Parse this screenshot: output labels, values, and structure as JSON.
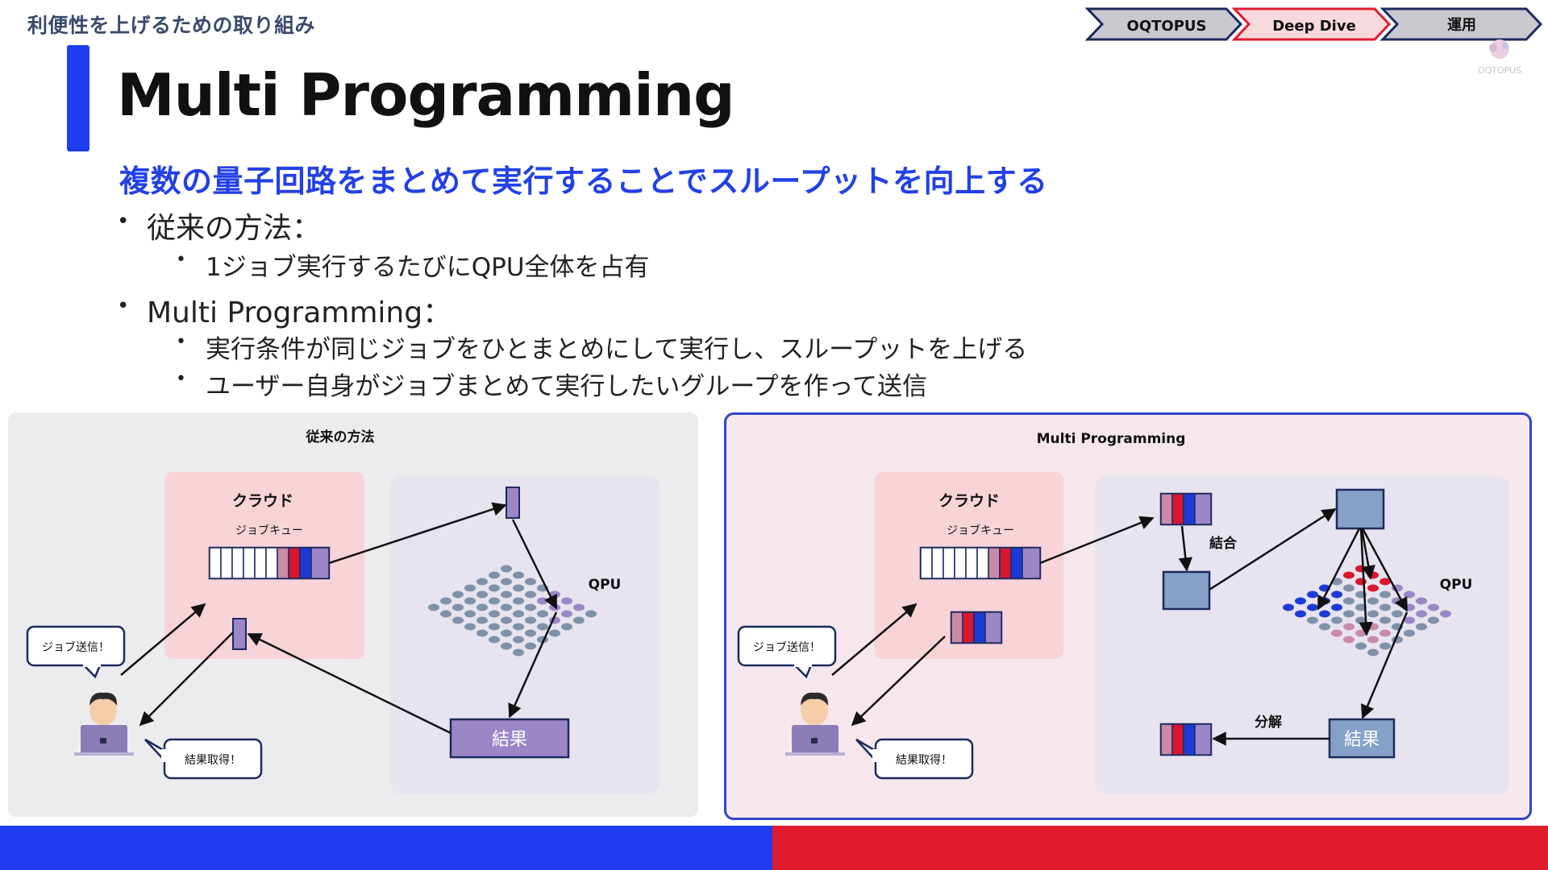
{
  "header": {
    "section_label": "利便性を上げるための取り組み",
    "title": "Multi Programming",
    "subtitle": "複数の量子回路をまとめて実行することでスループットを向上する"
  },
  "breadcrumbs": [
    {
      "label": "OQTOPUS",
      "active": false
    },
    {
      "label": "Deep Dive",
      "active": true
    },
    {
      "label": "運用",
      "active": false
    }
  ],
  "logo": {
    "text": "OQTOPUS"
  },
  "bullets": {
    "b1": "従来の方法：",
    "b1_sub1": "1ジョブ実行するたびにQPU全体を占有",
    "b2": "Multi Programming：",
    "b2_sub1": "実行条件が同じジョブをひとまとめにして実行し、スループットを上げる",
    "b2_sub2": "ユーザー自身がジョブまとめて実行したいグループを作って送信"
  },
  "left_diagram": {
    "title": "従来の方法",
    "cloud_label": "クラウド",
    "queue_label": "ジョブキュー",
    "qpu_label": "QPU",
    "result_label": "結果",
    "send_bubble": "ジョブ送信！",
    "get_bubble": "結果取得！"
  },
  "right_diagram": {
    "title": "Multi Programming",
    "cloud_label": "クラウド",
    "queue_label": "ジョブキュー",
    "qpu_label": "QPU",
    "result_label": "結果",
    "combine_label": "結合",
    "split_label": "分解",
    "send_bubble": "ジョブ送信！",
    "get_bubble": "結果取得！"
  },
  "colors": {
    "accent_blue": "#1f3cf0",
    "accent_red": "#e01b2e",
    "job_purple": "#9b86c8",
    "job_pink": "#c98aa8",
    "job_red": "#d8172f",
    "job_blue": "#1e3ad6",
    "qpu_gray": "#7f91a8",
    "result_blue": "#86a1c8",
    "result_purple": "#9b86c8"
  }
}
